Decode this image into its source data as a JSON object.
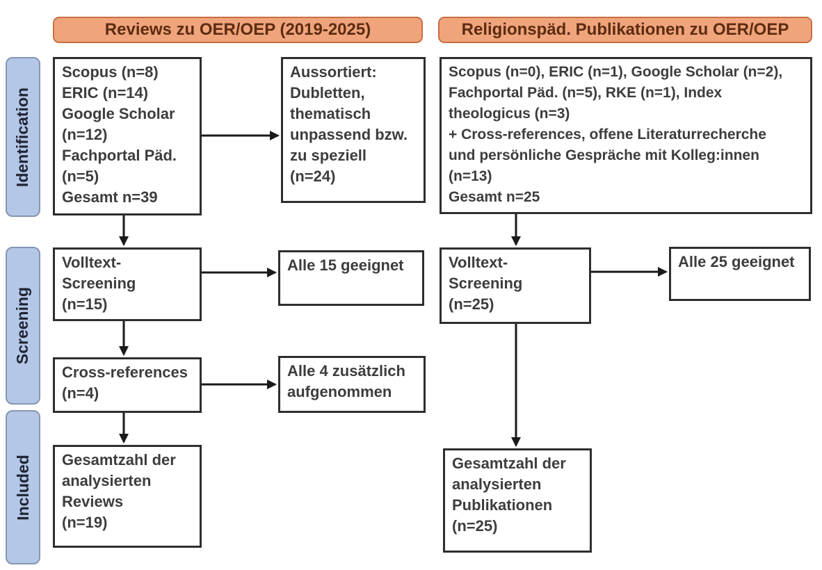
{
  "headers": {
    "left": "Reviews zu OER/OEP (2019-2025)",
    "right": "Religionspäd. Publikationen zu OER/OEP"
  },
  "sidebar": {
    "identification": "Identification",
    "screening": "Screening",
    "included": "Included"
  },
  "left_flow": {
    "sources": "Scopus (n=8)\nERIC (n=14)\nGoogle Scholar\n(n=12)\nFachportal Päd.\n(n=5)\nGesamt n=39",
    "excluded": "Aussortiert:\nDubletten,\nthematisch\nunpassend bzw.\nzu speziell\n(n=24)",
    "fulltext_screening": "Volltext-\nScreening\n(n=15)",
    "fulltext_result": "Alle 15 geeignet",
    "cross_references": "Cross-references\n(n=4)",
    "cross_references_result": "Alle 4 zusätzlich\naufgenommen",
    "included_total": "Gesamtzahl der\nanalysierten\nReviews\n(n=19)"
  },
  "right_flow": {
    "sources": "Scopus (n=0), ERIC (n=1), Google Scholar (n=2),\nFachportal Päd. (n=5), RKE (n=1), Index\ntheologicus (n=3)\n+ Cross-references, offene Literaturrecherche\nund persönliche Gespräche mit Kolleg:innen\n(n=13)\nGesamt n=25",
    "fulltext_screening": "Volltext-\nScreening\n(n=25)",
    "fulltext_result": "Alle 25 geeignet",
    "included_total": "Gesamtzahl der\nanalysierten\nPublikationen\n(n=25)"
  },
  "colors": {
    "header_fill": "#f0a47c",
    "header_border": "#c86e42",
    "sidebar_fill": "#b4c7e7",
    "sidebar_border": "#8496b0",
    "box_border": "#2e2e2e",
    "arrow": "#1a1a1a"
  }
}
